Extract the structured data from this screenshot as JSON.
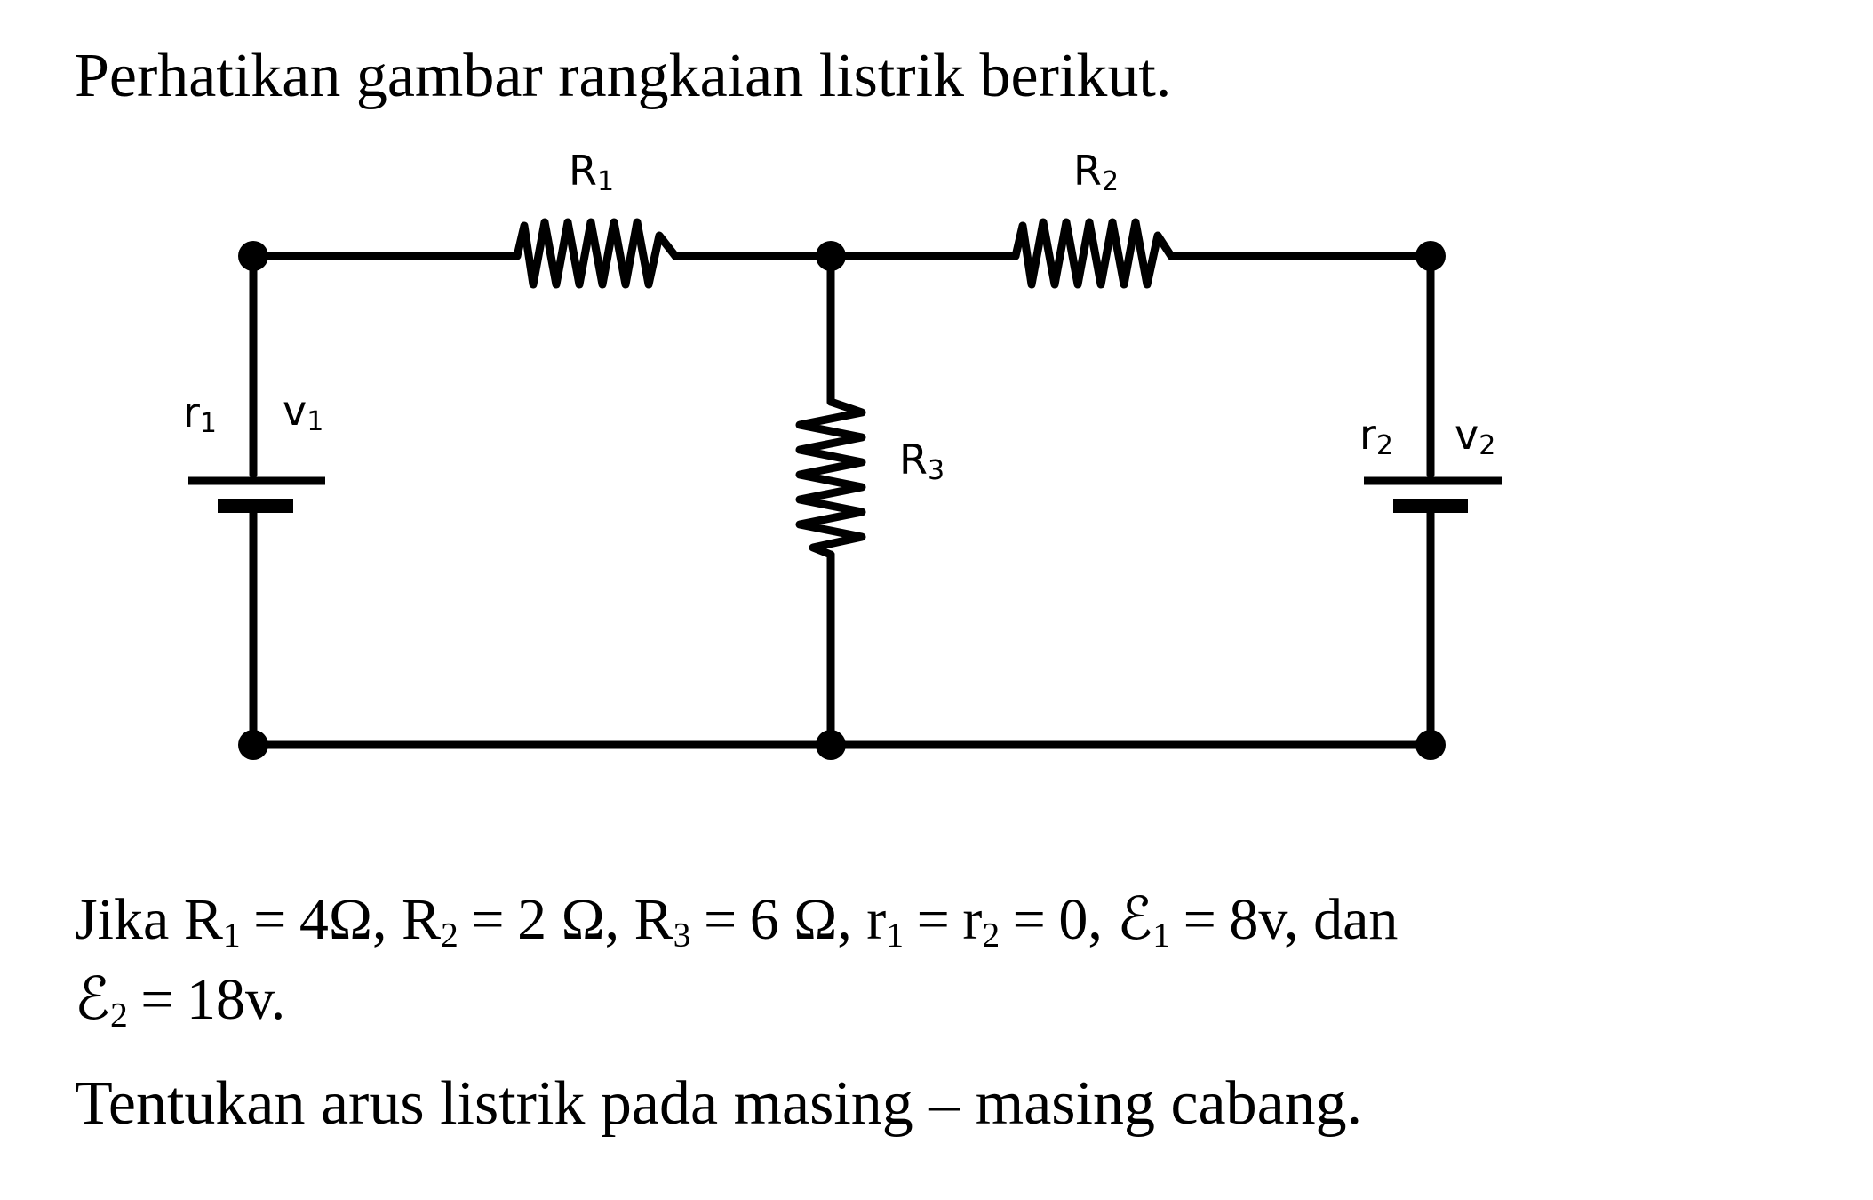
{
  "intro": "Perhatikan gambar rangkaian listrik berikut.",
  "diagram": {
    "labels": {
      "R1": "R",
      "R1_sub": "1",
      "R2": "R",
      "R2_sub": "2",
      "R3": "R",
      "R3_sub": "3",
      "r1": "r",
      "r1_sub": "1",
      "V1": "v",
      "V1_sub": "1",
      "r2": "r",
      "r2_sub": "2",
      "V2": "v",
      "V2_sub": "2"
    }
  },
  "givens": {
    "prefix": "Jika",
    "R1_sym": "R",
    "R1_sub": "1",
    "R1_val": "4Ω,",
    "R2_sym": "R",
    "R2_sub": "2",
    "R2_val": "2 Ω,",
    "R3_sym": "R",
    "R3_sub": "3",
    "R3_val": "6 Ω,",
    "r1_sym": "r",
    "r1_sub": "1",
    "r2_sym": "r",
    "r2_sub": "2",
    "r_val": "0,",
    "E1_sym": "ℰ",
    "E1_sub": "1",
    "E1_val": "8v,",
    "conj": "dan",
    "E2_sym": "ℰ",
    "E2_sub": "2",
    "E2_val": "18v.",
    "eq": "="
  },
  "question": "Tentukan arus listrik pada masing – masing cabang."
}
